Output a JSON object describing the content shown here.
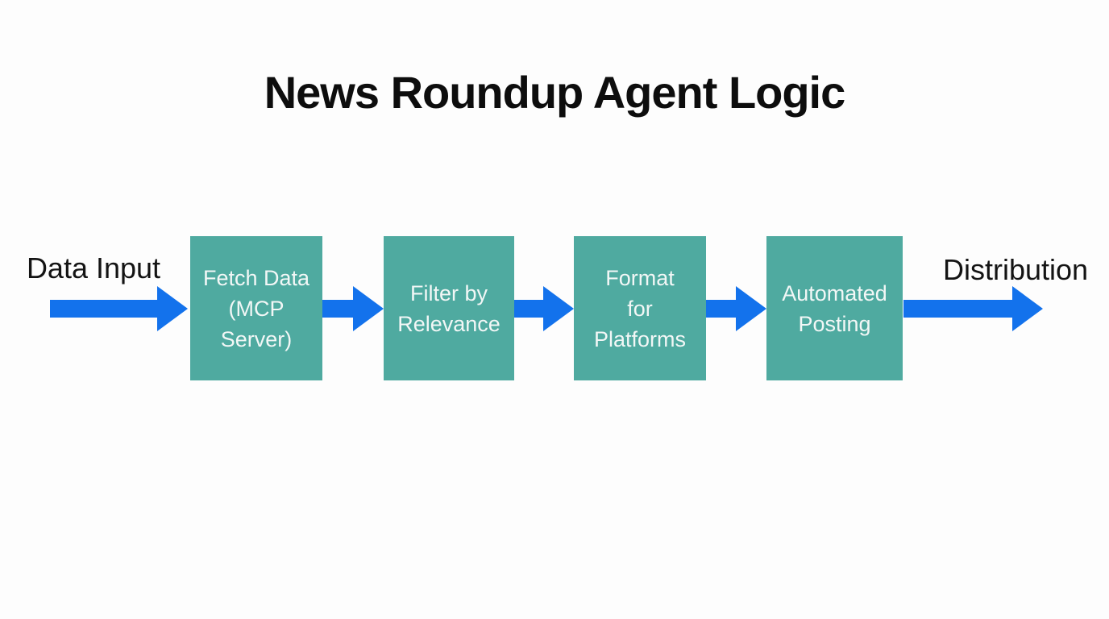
{
  "title": "News Roundup Agent Logic",
  "flow": {
    "input_label": "Data Input",
    "output_label": "Distribution",
    "steps": [
      {
        "label": "Fetch Data\n(MCP\nServer)"
      },
      {
        "label": "Filter by\nRelevance"
      },
      {
        "label": "Format\nfor\nPlatforms"
      },
      {
        "label": "Automated\nPosting"
      }
    ]
  },
  "colors": {
    "box_fill": "#4faaa0",
    "arrow": "#1372ec",
    "title_text": "#0d0d0d",
    "label_text": "#141414",
    "box_text": "#f2f7f6",
    "bg": "#fdfdfd"
  }
}
